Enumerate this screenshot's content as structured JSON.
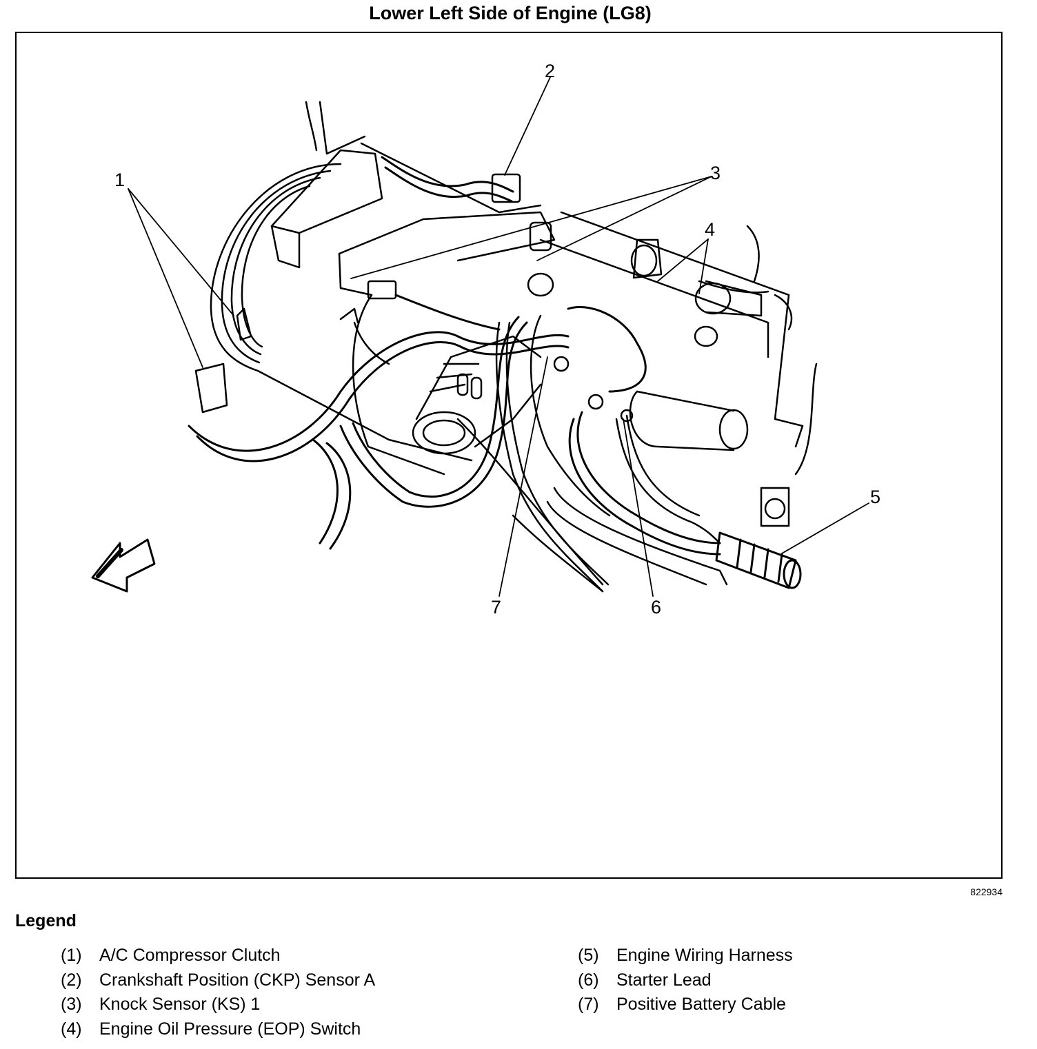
{
  "title": "Lower Left Side of Engine (LG8)",
  "figure_number": "822934",
  "callouts": [
    "1",
    "2",
    "3",
    "4",
    "5",
    "6",
    "7"
  ],
  "legend": {
    "heading": "Legend",
    "items": [
      {
        "num": "(1)",
        "label": "A/C Compressor Clutch"
      },
      {
        "num": "(2)",
        "label": "Crankshaft Position (CKP) Sensor A"
      },
      {
        "num": "(3)",
        "label": "Knock Sensor (KS) 1"
      },
      {
        "num": "(4)",
        "label": "Engine Oil Pressure (EOP) Switch"
      },
      {
        "num": "(5)",
        "label": "Engine Wiring Harness"
      },
      {
        "num": "(6)",
        "label": "Starter Lead"
      },
      {
        "num": "(7)",
        "label": "Positive Battery Cable"
      }
    ]
  }
}
